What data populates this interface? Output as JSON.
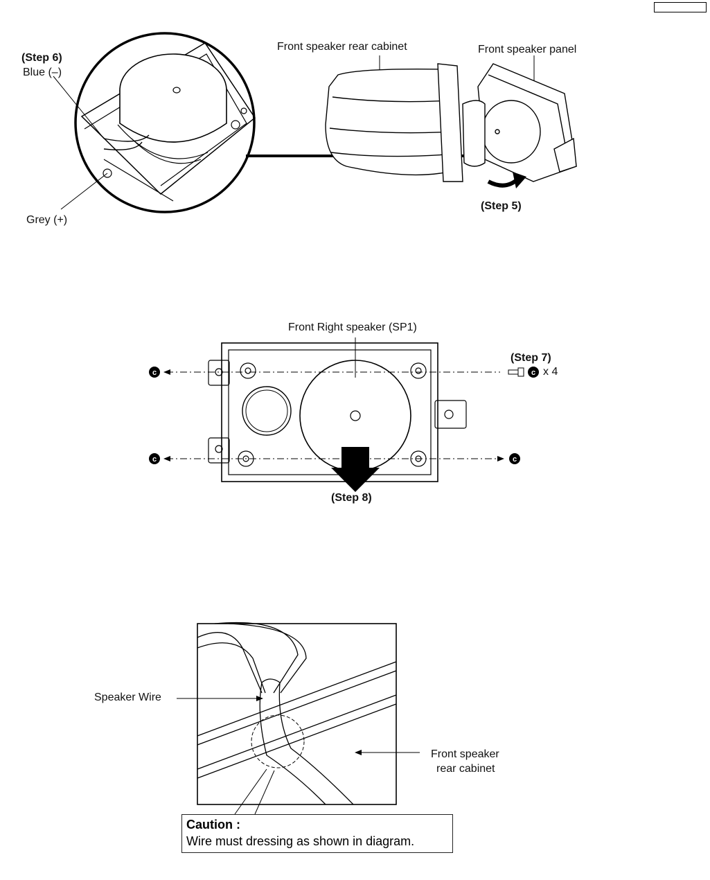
{
  "page_number_box": "",
  "figure1": {
    "step6": "(Step 6)",
    "blue": "Blue (–)",
    "grey": "Grey (+)",
    "rear_cabinet": "Front speaker rear cabinet",
    "panel": "Front speaker panel",
    "step5": "(Step 5)"
  },
  "figure2": {
    "speaker": "Front Right speaker (SP1)",
    "step7": "(Step 7)",
    "screw_count": "x 4",
    "screw_mark": "c",
    "step8": "(Step 8)"
  },
  "figure3": {
    "speaker_wire": "Speaker Wire",
    "rear_cabinet_line1": "Front speaker",
    "rear_cabinet_line2": "rear cabinet",
    "caution_title": "Caution :",
    "caution_text": "Wire must dressing as  shown in diagram."
  }
}
